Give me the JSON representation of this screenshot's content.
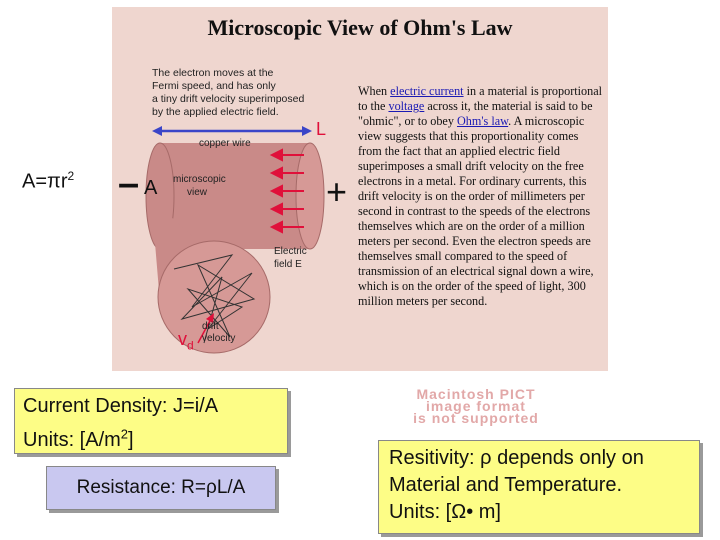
{
  "figure": {
    "title": "Microscopic View of Ohm's Law",
    "caption": [
      "The electron moves at the",
      "Fermi speed, and has only",
      "a tiny drift velocity superimposed",
      "by the applied electric field."
    ],
    "length_label": "L",
    "wire_label": "copper wire",
    "minus": "–",
    "plus": "+",
    "area_letter": "A",
    "microscopic_view": [
      "microscopic",
      "view"
    ],
    "electric_field": [
      "Electric",
      "field  E"
    ],
    "drift_symbol": "v",
    "drift_sub": "d",
    "drift_label": [
      "drift",
      "velocity"
    ],
    "body": {
      "t1": "When ",
      "link1": "electric current",
      "t2": " in a material is proportional to the ",
      "link2": "voltage",
      "t3": " across it, the material is said to be \"ohmic\", or to obey ",
      "link3": "Ohm's law",
      "t4": ". A microscopic view suggests that this proportionality comes from the fact that an applied electric field superimposes a small drift velocity on the free electrons in a metal. For ordinary currents, this drift velocity is on the order of millimeters per second in contrast to the speeds of the electrons themselves which are on the order of a million meters per second. Even the electron speeds are themselves small compared to the speed of transmission of an electrical signal down a wire, which is on the order of the speed of light, 300 million meters per second."
    }
  },
  "area_formula": {
    "base": "A=",
    "pi": "π",
    "r": "r",
    "exp": "2"
  },
  "current_density": {
    "line1": "Current Density: J=i/A",
    "units_prefix": "Units: [A/m",
    "units_exp": "2",
    "units_suffix": "]"
  },
  "resistance": {
    "prefix": "Resistance: R=",
    "rho": "ρ",
    "suffix": "L/A"
  },
  "pict_notice": [
    "Macintosh PICT",
    "image format",
    "is not supported"
  ],
  "resistivity": {
    "line1_prefix": "Resitivity: ",
    "rho": "ρ",
    "line1_suffix": " depends only on",
    "line2": "Material and Temperature.",
    "units_prefix": "Units: [",
    "omega": "Ω",
    "units_suffix": "• m]"
  },
  "colors": {
    "panel": "#efd6cf",
    "wire": "#c98a88",
    "arrow_red": "#e0103a",
    "bracket_blue": "#3b45c8",
    "yellow_box": "#fdfd86",
    "lavender_box": "#c9c8f0"
  }
}
